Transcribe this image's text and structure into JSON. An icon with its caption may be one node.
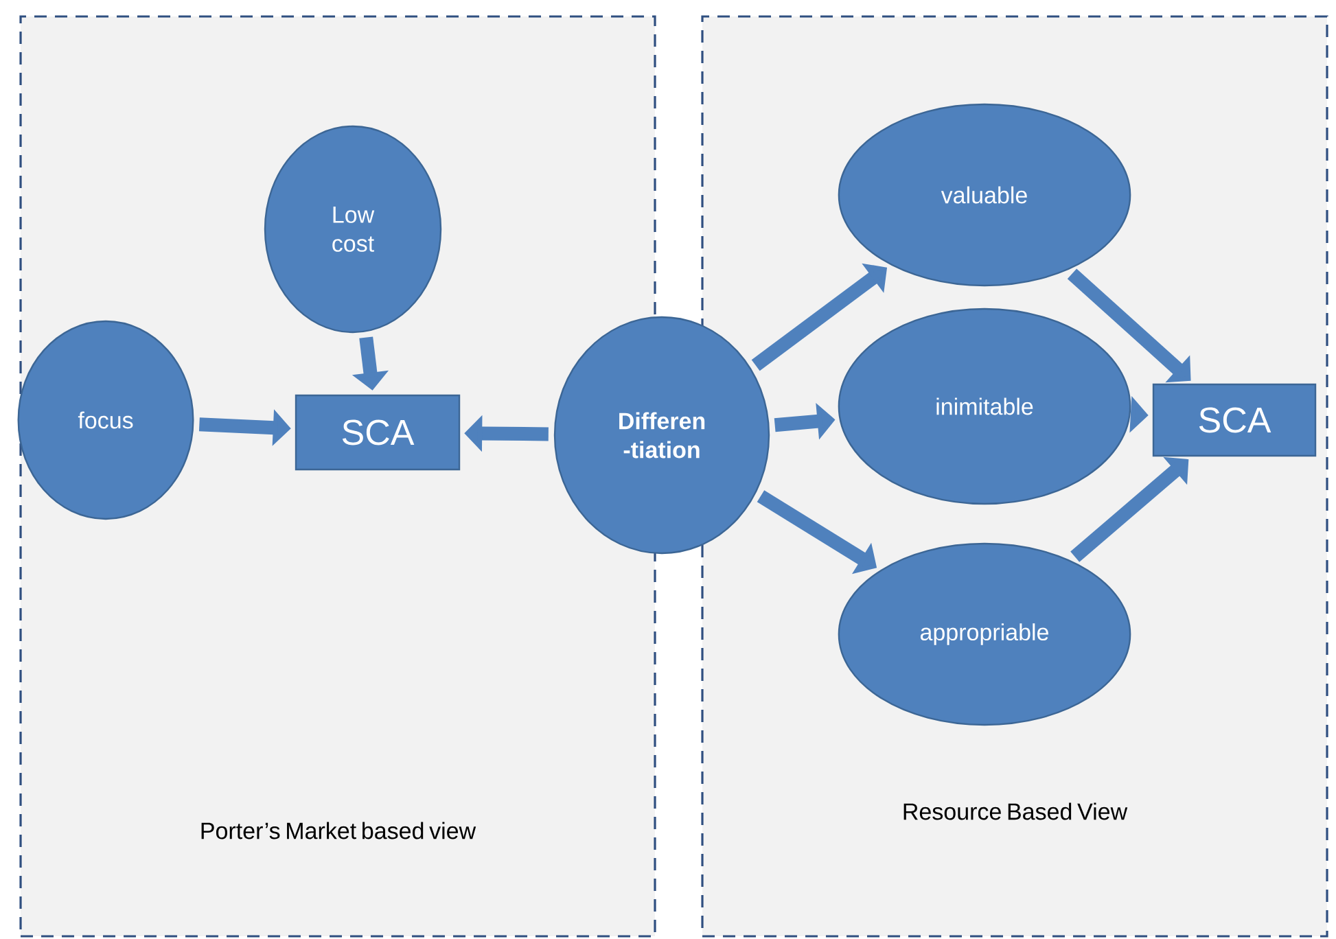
{
  "diagram": {
    "nodes": [
      {
        "text": [
          "Porter’s Market based view"
        ]
      },
      {
        "text": [
          "Resource Based View"
        ]
      },
      {
        "text": [
          "Low cost"
        ],
        "in": 0
      },
      {
        "text": [
          "focus"
        ],
        "in": 0
      },
      {
        "text": [
          "SCA"
        ],
        "in": 0
      },
      {
        "text": [
          "Differen -tiation"
        ]
      },
      {
        "text": [
          "valuable"
        ],
        "in": 1
      },
      {
        "text": [
          "inimitable"
        ],
        "in": 1
      },
      {
        "text": [
          "appropriable"
        ],
        "in": 1
      },
      {
        "text": [
          "SCA"
        ],
        "in": 1
      }
    ],
    "edges": [
      {
        "from": 2,
        "to": 4,
        "arrow": "to"
      },
      {
        "from": 3,
        "to": 4,
        "arrow": "to"
      },
      {
        "from": 5,
        "to": 4,
        "arrow": "to"
      },
      {
        "from": 5,
        "to": 6,
        "arrow": "to"
      },
      {
        "from": 5,
        "to": 7,
        "arrow": "to"
      },
      {
        "from": 5,
        "to": 8,
        "arrow": "to"
      },
      {
        "from": 6,
        "to": 9,
        "arrow": "to"
      },
      {
        "from": 7,
        "to": 9,
        "arrow": "to"
      },
      {
        "from": 8,
        "to": 9,
        "arrow": "to"
      }
    ]
  }
}
